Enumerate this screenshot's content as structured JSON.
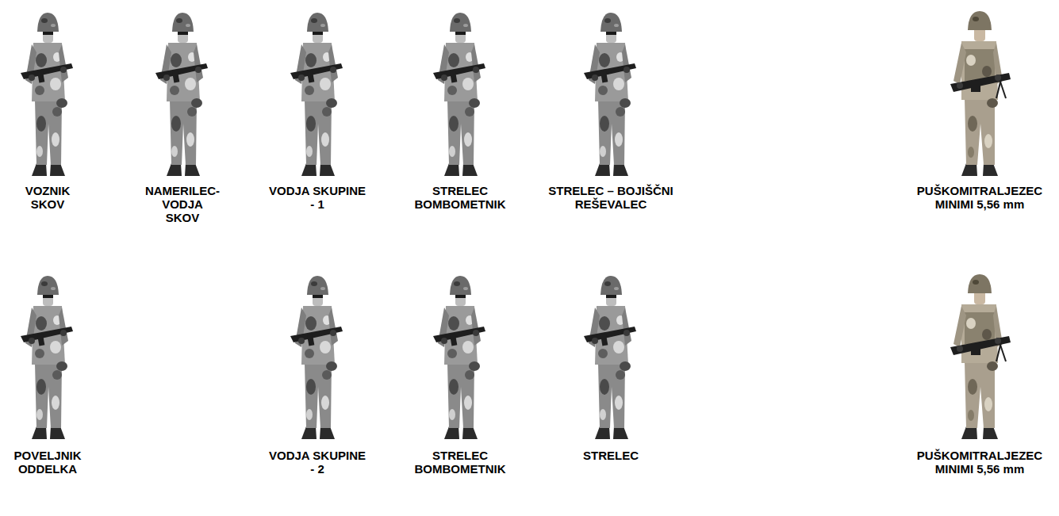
{
  "diagram": {
    "labels": [
      "VOZNIK SKOV",
      "NAMERILEC-VODJA SKOV",
      "VODJA SKUPINE - 1",
      "STRELEC BOMBOMETNIK",
      "STRELEC – BOJIŠČNI REŠEVALEC",
      "PUŠKOMITRALJEZEC MINIMI 5,56 mm",
      "POVELJNIK ODDELKA",
      "VODJA SKUPINE - 2",
      "STRELEC BOMBOMETNIK",
      "STRELEC",
      "PUŠKOMITRALJEZEC MINIMI 5,56 mm"
    ]
  }
}
